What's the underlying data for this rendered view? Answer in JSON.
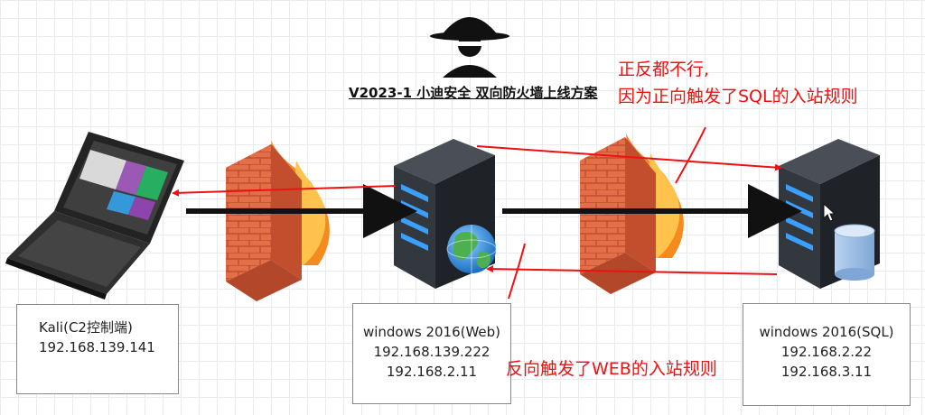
{
  "diagram": {
    "title": "V2023-1 小迪安全 双向防火墙上线方案",
    "annotations": {
      "top_line1": "正反都不行,",
      "top_line2": "因为正向触发了SQL的入站规则",
      "bottom": "反向触发了WEB的入站规则"
    },
    "nodes": {
      "kali": {
        "label": "Kali(C2控制端)",
        "ip1": "192.168.139.141"
      },
      "web": {
        "label": "windows 2016(Web)",
        "ip1": "192.168.139.222",
        "ip2": "192.168.2.11"
      },
      "sql": {
        "label": "windows 2016(SQL)",
        "ip1": "192.168.2.22",
        "ip2": "192.168.3.11"
      }
    },
    "icons": [
      "hacker-icon",
      "laptop-icon",
      "firewall-icon",
      "server-icon",
      "globe-icon",
      "database-icon",
      "cursor-icon"
    ],
    "colors": {
      "annotation": "#ee1111",
      "arrow": "#111111",
      "brick": "#e0704a",
      "flame": "#f58a1f",
      "server": "#2b2f36"
    }
  }
}
